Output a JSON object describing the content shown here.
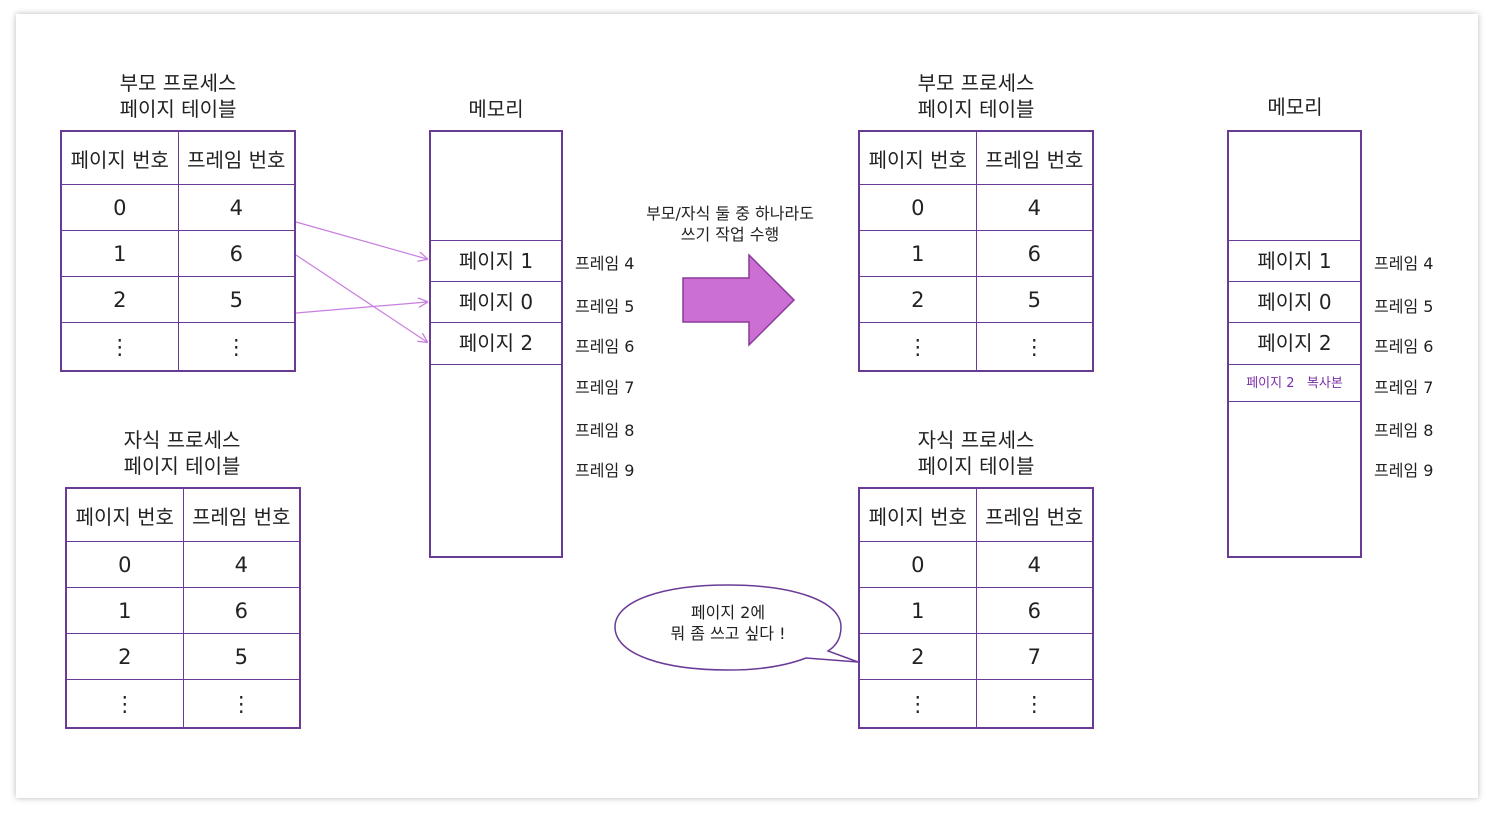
{
  "left": {
    "parent_title": [
      "부모 프로세스",
      "페이지 테이블"
    ],
    "child_title": [
      "자식 프로세스",
      "페이지 테이블"
    ],
    "memory_title": "메모리",
    "table_headers": [
      "페이지 번호",
      "프레임 번호"
    ],
    "parent_rows": [
      [
        "0",
        "4"
      ],
      [
        "1",
        "6"
      ],
      [
        "2",
        "5"
      ],
      [
        "⋮",
        "⋮"
      ]
    ],
    "child_rows": [
      [
        "0",
        "4"
      ],
      [
        "1",
        "6"
      ],
      [
        "2",
        "5"
      ],
      [
        "⋮",
        "⋮"
      ]
    ],
    "memory_slots": [
      "페이지 1",
      "페이지 0",
      "페이지 2"
    ],
    "frames": [
      "프레임 4",
      "프레임 5",
      "프레임 6",
      "프레임 7",
      "프레임 8",
      "프레임 9"
    ]
  },
  "middle": {
    "arrow_caption": [
      "부모/자식  둘  중  하나라도",
      "쓰기  작업  수행"
    ],
    "arrow_color": "#cc6fd4",
    "speech": [
      "페이지  2에",
      "뭐  좀  쓰고  싶다 !"
    ]
  },
  "right": {
    "parent_title": [
      "부모 프로세스",
      "페이지 테이블"
    ],
    "child_title": [
      "자식 프로세스",
      "페이지 테이블"
    ],
    "memory_title": "메모리",
    "table_headers": [
      "페이지 번호",
      "프레임 번호"
    ],
    "parent_rows": [
      [
        "0",
        "4"
      ],
      [
        "1",
        "6"
      ],
      [
        "2",
        "5"
      ],
      [
        "⋮",
        "⋮"
      ]
    ],
    "child_rows": [
      [
        "0",
        "4"
      ],
      [
        "1",
        "6"
      ],
      [
        "2",
        "7"
      ],
      [
        "⋮",
        "⋮"
      ]
    ],
    "memory_slots": [
      "페이지 1",
      "페이지 0",
      "페이지 2",
      "페이지 2   복사본"
    ],
    "frames": [
      "프레임 4",
      "프레임 5",
      "프레임 6",
      "프레임 7",
      "프레임 8",
      "프레임 9"
    ]
  },
  "colors": {
    "border": "#6a3a97",
    "link_arrow": "#c77ee0",
    "copy_text": "#7b2fa8"
  }
}
